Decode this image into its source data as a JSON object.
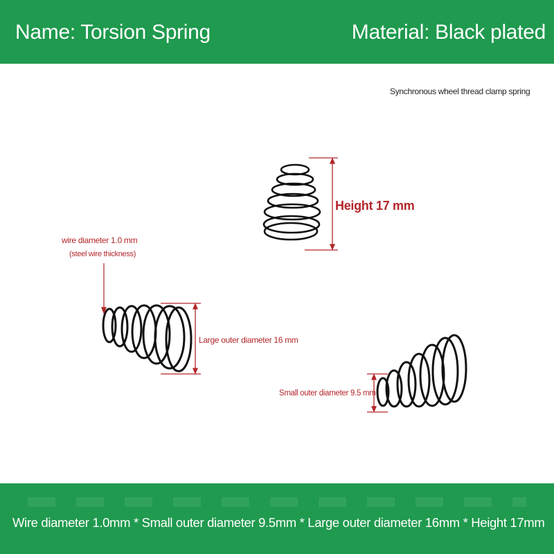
{
  "header": {
    "name": "Name: Torsion Spring",
    "material": "Material: Black plated"
  },
  "caption": "Synchronous wheel thread clamp spring",
  "labels": {
    "height": "Height 17 mm",
    "wire_diameter": "wire diameter 1.0 mm",
    "wire_note": "(steel wire thickness)",
    "large_outer_diameter": "Large outer diameter 16 mm",
    "small_outer_diameter": "Small outer diameter 9.5 mm"
  },
  "footer": {
    "summary": "Wire diameter 1.0mm * Small outer diameter 9.5mm * Large outer diameter 16mm * Height 17mm"
  },
  "colors": {
    "banner": "#1f9a4e",
    "dimension_red": "#b3262a",
    "spring_black": "#111111"
  }
}
